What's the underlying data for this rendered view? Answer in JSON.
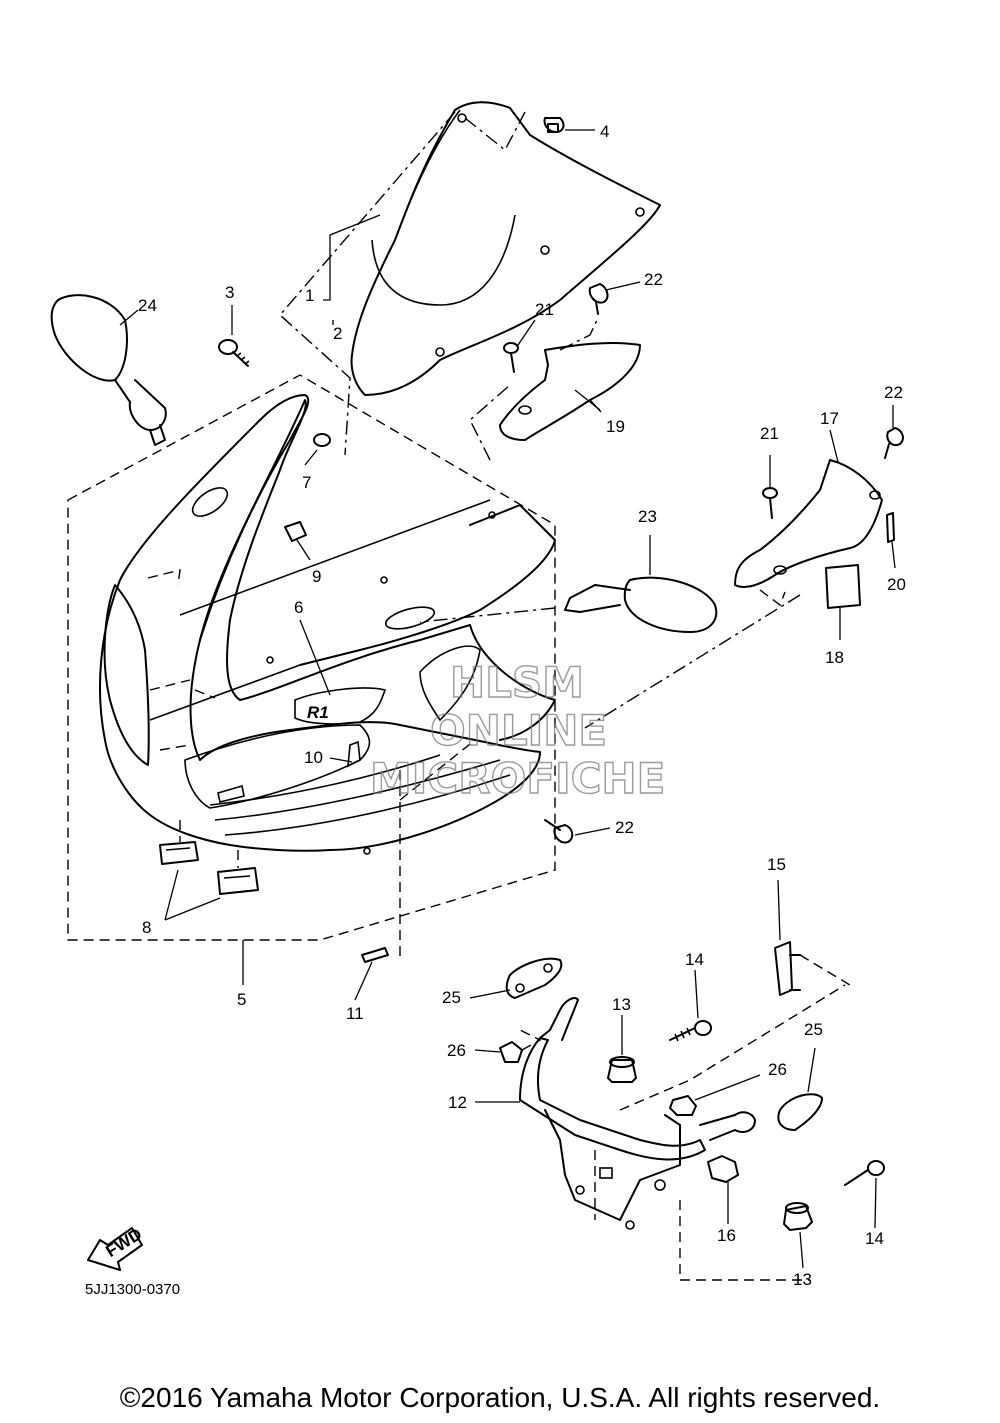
{
  "diagram": {
    "reference_code": "5JJ1300-0370",
    "fwd_label": "FWD",
    "emblem_text": "R1",
    "watermark": [
      "HLSM",
      "ONLINE",
      "MICROFICHE"
    ],
    "callouts": {
      "c1": "1",
      "c2": "2",
      "c3": "3",
      "c4": "4",
      "c5": "5",
      "c6": "6",
      "c7": "7",
      "c8": "8",
      "c9": "9",
      "c10": "10",
      "c11": "11",
      "c12": "12",
      "c13a": "13",
      "c13b": "13",
      "c14a": "14",
      "c14b": "14",
      "c15": "15",
      "c16": "16",
      "c17": "17",
      "c18": "18",
      "c19": "19",
      "c20": "20",
      "c21a": "21",
      "c21b": "21",
      "c22a": "22",
      "c22b": "22",
      "c22c": "22",
      "c23": "23",
      "c24": "24",
      "c25a": "25",
      "c25b": "25",
      "c26a": "26",
      "c26b": "26"
    }
  },
  "footer": {
    "copyright": "©2016 Yamaha Motor Corporation, U.S.A. All rights reserved."
  }
}
